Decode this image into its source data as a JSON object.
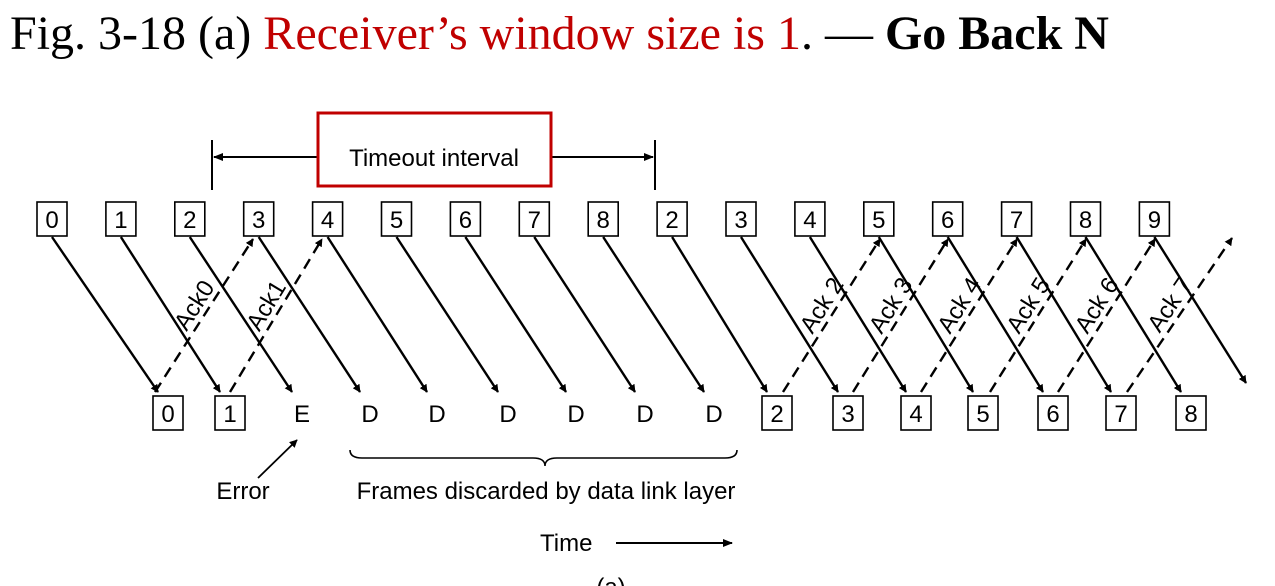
{
  "title": {
    "prefix": "Fig. 3-18 (a) ",
    "highlight": "Receiver’s window size is 1",
    "separator": ". — ",
    "bold": "Go Back N"
  },
  "colors": {
    "highlight": "#c00000",
    "timeout_box": "#c00000",
    "ink": "#000000"
  },
  "timeout_label": "Timeout interval",
  "sender_frames": [
    "0",
    "1",
    "2",
    "3",
    "4",
    "5",
    "6",
    "7",
    "8",
    "2",
    "3",
    "4",
    "5",
    "6",
    "7",
    "8",
    "9"
  ],
  "receiver_boxed_left": [
    "0",
    "1"
  ],
  "receiver_unboxed": [
    "E",
    "D",
    "D",
    "D",
    "D",
    "D",
    "D"
  ],
  "receiver_boxed_right": [
    "2",
    "3",
    "4",
    "5",
    "6",
    "7",
    "8"
  ],
  "acks": [
    "Ack0",
    "Ack1",
    "Ack 2",
    "Ack 3",
    "Ack 4",
    "Ack 5",
    "Ack 6",
    "Ack 7"
  ],
  "error_label": "Error",
  "discarded_label": "Frames discarded by data link layer",
  "time_label": "Time",
  "subfig_label": "(a)"
}
